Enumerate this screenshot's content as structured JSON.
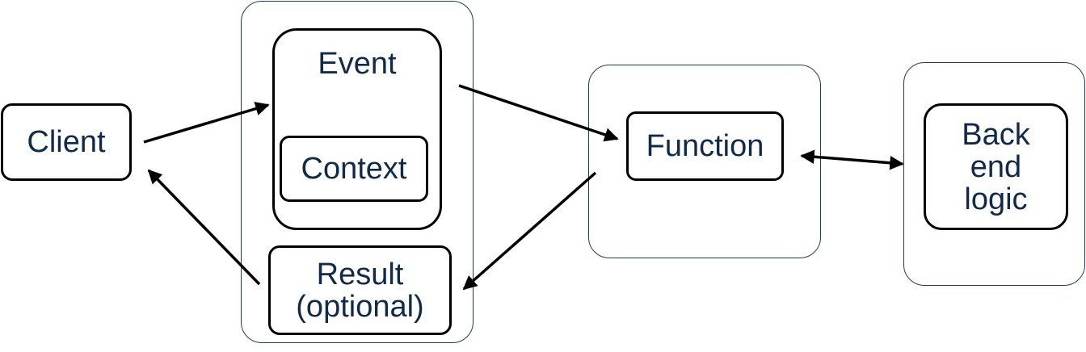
{
  "nodes": {
    "client": "Client",
    "event": "Event",
    "context": "Context",
    "result": "Result\n(optional)",
    "function": "Function",
    "backend": "Back\nend\nlogic"
  },
  "colors": {
    "text": "#0f2a4a",
    "node_border": "#000000",
    "container_border": "#1f3a60",
    "arrow": "#000000"
  }
}
